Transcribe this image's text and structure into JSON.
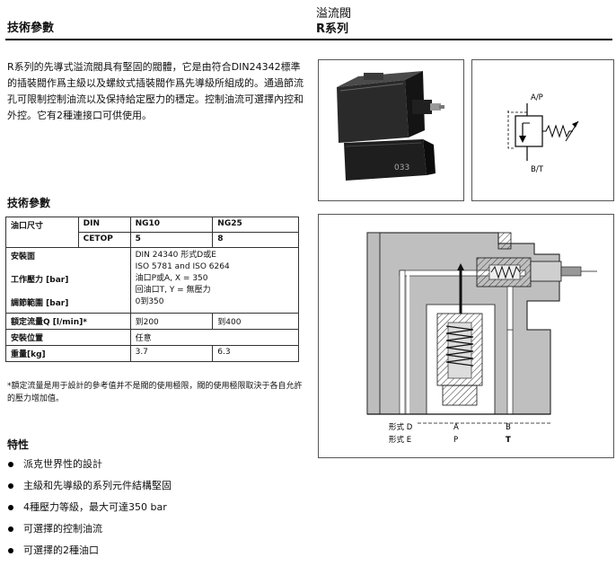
{
  "header": {
    "left_title": "技術參數",
    "right_line1": "溢流閥",
    "right_line2": "R系列"
  },
  "intro": "R系列的先導式溢流閥具有堅固的閥體，它是由符合DIN24342標準的插裝閥作爲主級以及螺紋式插裝閥作爲先導級所組成的。通過節流孔可限制控制油流以及保持給定壓力的穩定。控制油流可選擇內控和外控。它有2種連接口可供使用。",
  "specs_title": "技術參數",
  "table": {
    "port_size": "油口尺寸",
    "din": "DIN",
    "cetop": "CETOP",
    "ng10": "NG10",
    "ng25": "NG25",
    "cetop10": "5",
    "cetop25": "8",
    "mounting_label": "安裝面",
    "mounting_1": "DIN 24340 形式D或E",
    "mounting_2": "ISO 5781 and ISO 6264",
    "pressure_label": "工作壓力 [bar]",
    "pressure_1": "油口P或A, X = 350",
    "pressure_2": "回油口T, Y = 無壓力",
    "adjust_label": "調節範圍 [bar]",
    "adjust_value": "0到350",
    "flow_label": "額定流量Q [l/min]*",
    "flow10": "到200",
    "flow25": "到400",
    "position_label": "安裝位置",
    "position_value": "任意",
    "weight_label": "重量[kg]",
    "weight10": "3.7",
    "weight25": "6.3"
  },
  "note": "*額定流量是用于設計的參考值并不是閥的使用極限，閥的使用極限取決于各自允許的壓力增加值。",
  "features_title": "特性",
  "features": [
    "派克世界性的設計",
    "主級和先導級的系列元件結構堅固",
    "4種壓力等級，最大可達350 bar",
    "可選擇的控制油流",
    "可選擇的2種油口"
  ],
  "symbol": {
    "top_label": "A/P",
    "bottom_label": "B/T"
  },
  "photo": {
    "marking": "033"
  },
  "section": {
    "row1_label": "形式 D",
    "row1_a": "A",
    "row1_b": "B",
    "row2_label": "形式 E",
    "row2_a": "P",
    "row2_b": "T"
  }
}
